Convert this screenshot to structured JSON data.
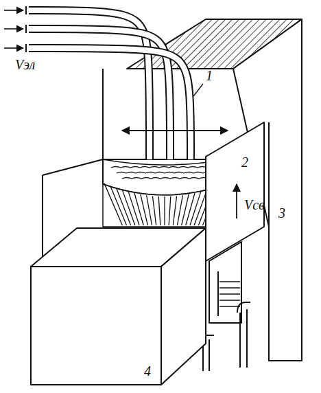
{
  "diagram": {
    "labels": [
      "Vэл",
      "1",
      "2",
      "Vсв",
      "3",
      "4"
    ]
  }
}
